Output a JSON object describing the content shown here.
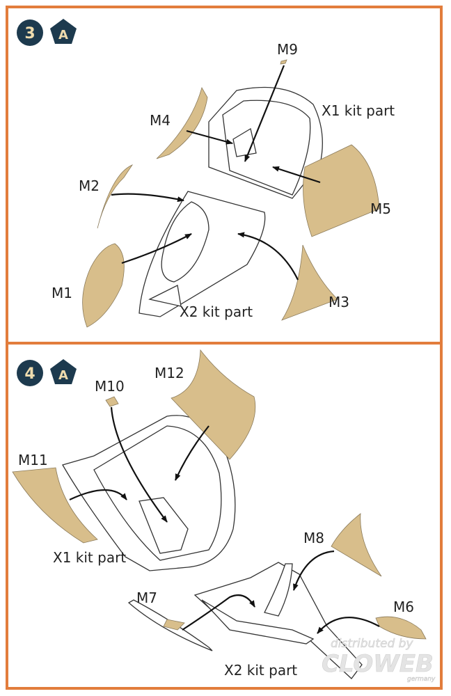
{
  "colors": {
    "border": "#e27d3c",
    "badge": "#1d3a4e",
    "badge_text": "#efdcae",
    "mask": "#d8be8b"
  },
  "step3": {
    "step_number": "3",
    "variant": "A",
    "labels": {
      "m9": "M9",
      "x1": "X1 kit part",
      "m4": "M4",
      "m2": "M2",
      "m5": "M5",
      "m1": "M1",
      "m3": "M3",
      "x2": "X2 kit part"
    }
  },
  "step4": {
    "step_number": "4",
    "variant": "A",
    "labels": {
      "m10": "M10",
      "m12": "M12",
      "m11": "M11",
      "x1": "X1 kit part",
      "m8": "M8",
      "m7": "M7",
      "m6": "M6",
      "x2": "X2 kit part"
    }
  },
  "watermark": {
    "line1": "distributed by",
    "line2": "CLOWEB",
    "line3": "germany"
  }
}
